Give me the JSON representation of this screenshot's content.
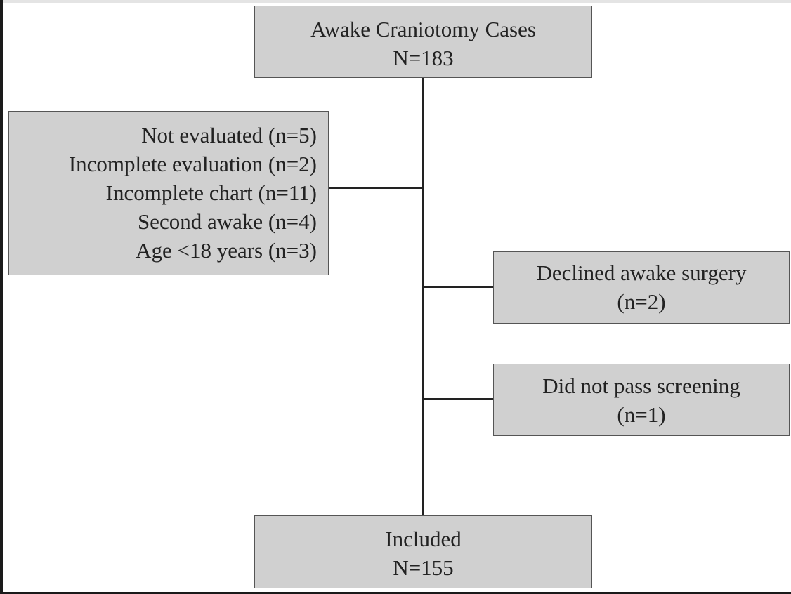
{
  "flowchart": {
    "top": {
      "line1": "Awake Craniotomy Cases",
      "line2": "N=183"
    },
    "exclusions": {
      "items": [
        "Not evaluated (n=5)",
        "Incomplete evaluation (n=2)",
        "Incomplete chart (n=11)",
        "Second awake (n=4)",
        "Age <18 years (n=3)"
      ]
    },
    "declined": {
      "line1": "Declined awake surgery",
      "line2": "(n=2)"
    },
    "screening": {
      "line1": "Did not pass screening",
      "line2": "(n=1)"
    },
    "included": {
      "line1": "Included",
      "line2": "N=155"
    }
  },
  "colors": {
    "box_fill": "#d0d0d0",
    "box_border": "#555555",
    "connector": "#222222",
    "text": "#222222"
  }
}
